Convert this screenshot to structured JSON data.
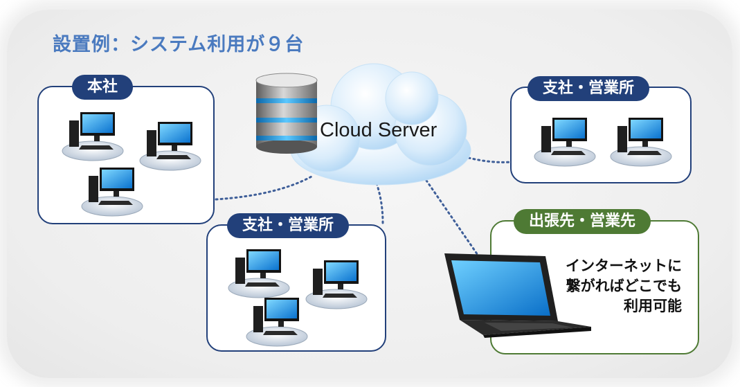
{
  "title": "設置例：システム利用が９台",
  "cloud": {
    "label": "Cloud Server"
  },
  "sites": {
    "honsha": {
      "label": "本社"
    },
    "branch_top_right": {
      "label": "支社・営業所"
    },
    "branch_bottom": {
      "label": "支社・営業所"
    },
    "remote": {
      "label": "出張先・営業先"
    }
  },
  "remote_note": {
    "lines": [
      "インターネットに",
      "繋がればどこでも",
      "利用可能"
    ]
  },
  "colors": {
    "title": "#4a7abf",
    "navy": "#22407a",
    "green": "#4e7a34",
    "screen": "#1e8fe0",
    "connector": "#3f5f99"
  },
  "icons": {
    "computer": "desktop-pc-icon",
    "server": "database-server-icon",
    "cloud": "cloud-icon",
    "laptop": "laptop-icon"
  }
}
